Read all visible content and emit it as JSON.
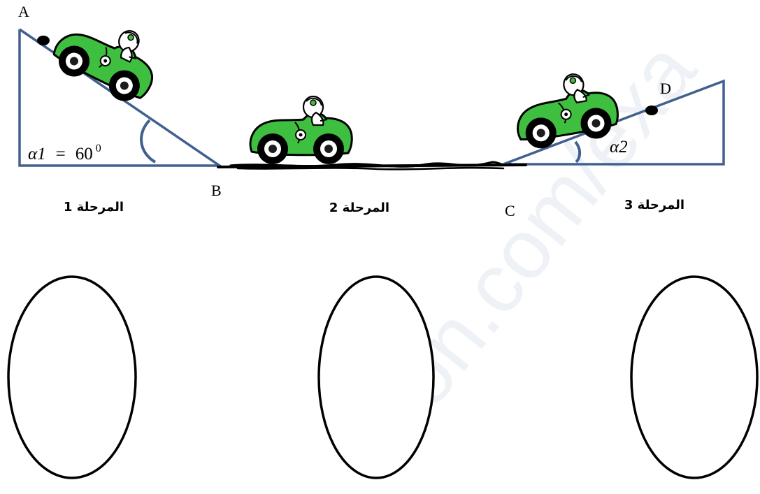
{
  "points": {
    "A": "A",
    "B": "B",
    "C": "C",
    "D": "D"
  },
  "angles": {
    "alpha1_var": "α1",
    "alpha1_eq": "=",
    "alpha1_value": "60",
    "alpha1_unit": "0",
    "alpha2": "α2"
  },
  "stages": {
    "stage1": "المرحلة 1",
    "stage2": "المرحلة 2",
    "stage3": "المرحلة 3"
  },
  "watermark": "ation.com/exa",
  "colors": {
    "slope_stroke": "#41608f",
    "car_body": "#3fbf3f",
    "rough_surface": "#000000"
  },
  "icons": [
    "race-car-icon",
    "driver-helmet-icon",
    "ball-marker-icon"
  ]
}
